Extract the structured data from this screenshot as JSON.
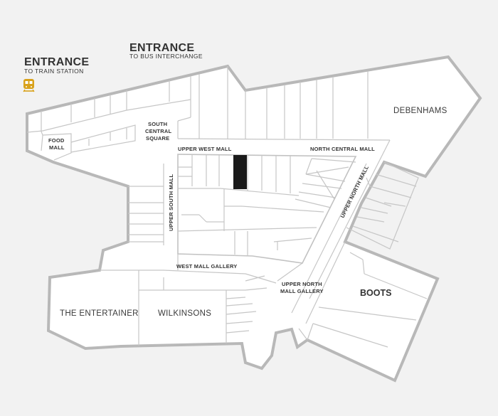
{
  "map": {
    "entrances": [
      {
        "title": "ENTRANCE",
        "subtitle": "TO TRAIN STATION",
        "icon": "train-icon"
      },
      {
        "title": "ENTRANCE",
        "subtitle": "TO BUS INTERCHANGE"
      }
    ],
    "stores": {
      "debenhams": "DEBENHAMS",
      "boots": "BOOTS",
      "entertainer": "THE ENTERTAINER",
      "wilkinsons": "WILKINSONS"
    },
    "areas": {
      "food_mall_1": "FOOD",
      "food_mall_2": "MALL",
      "south_central_1": "SOUTH",
      "south_central_2": "CENTRAL",
      "south_central_3": "SQUARE",
      "upper_west_mall": "UPPER WEST MALL",
      "north_central_mall": "NORTH CENTRAL MALL",
      "upper_north_mall": "UPPER NORTH MALL",
      "upper_south_mall": "UPPER SOUTH MALL",
      "west_mall_gallery": "WEST MALL GALLERY",
      "upper_north_gallery_1": "UPPER NORTH",
      "upper_north_gallery_2": "MALL GALLERY"
    },
    "colors": {
      "background": "#f2f2f2",
      "wall": "#b8b8b8",
      "highlight": "#1a1a1a",
      "train_icon": "#d9a21b"
    }
  }
}
